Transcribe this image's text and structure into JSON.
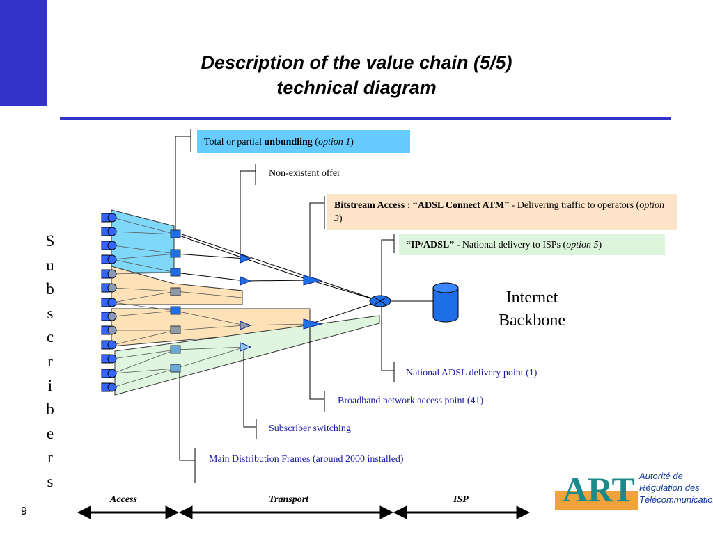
{
  "slide": {
    "title_line1": "Description of the value chain (5/5)",
    "title_line2": "technical diagram",
    "page_number": "9"
  },
  "labels": {
    "unbundling": {
      "prefix": "Total or partial ",
      "bold": "unbundling",
      "mid": " (",
      "italic": "option 1",
      "suffix": ")"
    },
    "non_existent": "Non-existent offer",
    "bitstream": {
      "bold": "Bitstream Access : “ADSL Connect ATM”",
      "text": " - Delivering traffic to operators (",
      "italic": "option 3",
      "suffix": ")"
    },
    "ip_adsl": {
      "bold": "“IP/ADSL”",
      "text": " - National delivery to ISPs (",
      "italic": "option 5",
      "suffix": ")"
    },
    "national_point": "National ADSL delivery point (1)",
    "broadband_point": "Broadband network access point (41)",
    "subscriber_switching": "Subscriber switching",
    "mdf": "Main Distribution Frames (around 2000 installed)",
    "internet_line1": "Internet",
    "internet_line2": "Backbone",
    "subscribers_letters": [
      "S",
      "u",
      "b",
      "s",
      "c",
      "r",
      "i",
      "b",
      "e",
      "r",
      "s"
    ]
  },
  "zones": [
    "Access",
    "Transport",
    "ISP"
  ],
  "logo": {
    "mark": "ART",
    "line1": "Autorité de",
    "line2": "Régulation des",
    "line3": "Télécommunications"
  },
  "colors": {
    "accent_blue": "#3333cc",
    "unbundling_fill": "#66ccff",
    "bitstream_fill": "#fde3c8",
    "ip_adsl_fill": "#ddf5dd",
    "cyan_funnel": "#7fd8f8",
    "orange_funnel": "#fde2b8",
    "green_funnel": "#dff5df",
    "label_blue": "#1a1aa6"
  }
}
